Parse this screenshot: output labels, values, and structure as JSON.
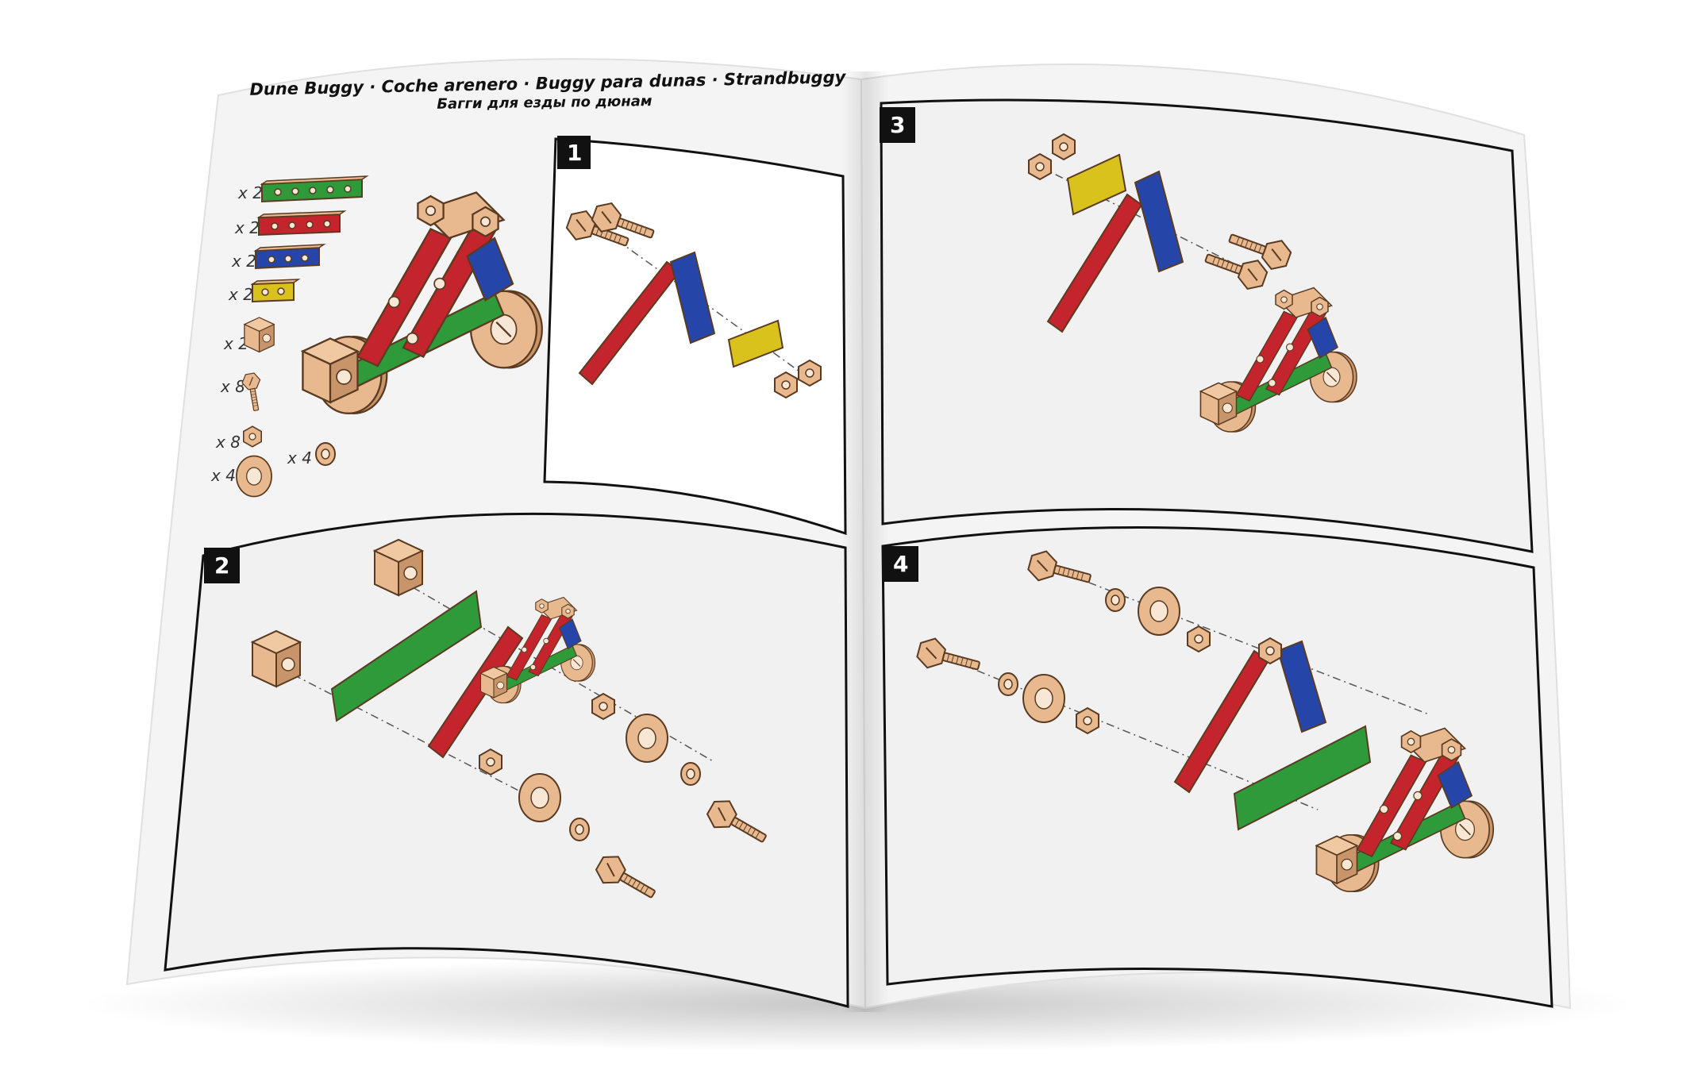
{
  "booklet": {
    "title_line1": "Dune Buggy · Coche arenero · Buggy para dunas · Strandbuggy",
    "title_line2": "Багги для езды по дюнам"
  },
  "parts_list": [
    {
      "qty": "x 2",
      "part": "green-strip-5-hole-icon"
    },
    {
      "qty": "x 2",
      "part": "red-strip-4-hole-icon"
    },
    {
      "qty": "x 2",
      "part": "blue-strip-3-hole-icon"
    },
    {
      "qty": "x 2",
      "part": "yellow-strip-2-hole-icon"
    },
    {
      "qty": "x 2",
      "part": "wood-cube-icon"
    },
    {
      "qty": "x 8",
      "part": "bolt-icon"
    },
    {
      "qty": "x 8",
      "part": "hex-nut-icon"
    },
    {
      "qty": "x 4",
      "part": "large-washer-icon"
    },
    {
      "qty": "x 4",
      "part": "small-washer-icon"
    }
  ],
  "steps": [
    {
      "number": "1"
    },
    {
      "number": "2"
    },
    {
      "number": "3"
    },
    {
      "number": "4"
    }
  ],
  "colors": {
    "green": "#2f9a3a",
    "red": "#c4242b",
    "blue": "#2546a8",
    "yellow": "#d9c21c",
    "wood": "#e8b98f",
    "page": "#f4f4f4"
  }
}
